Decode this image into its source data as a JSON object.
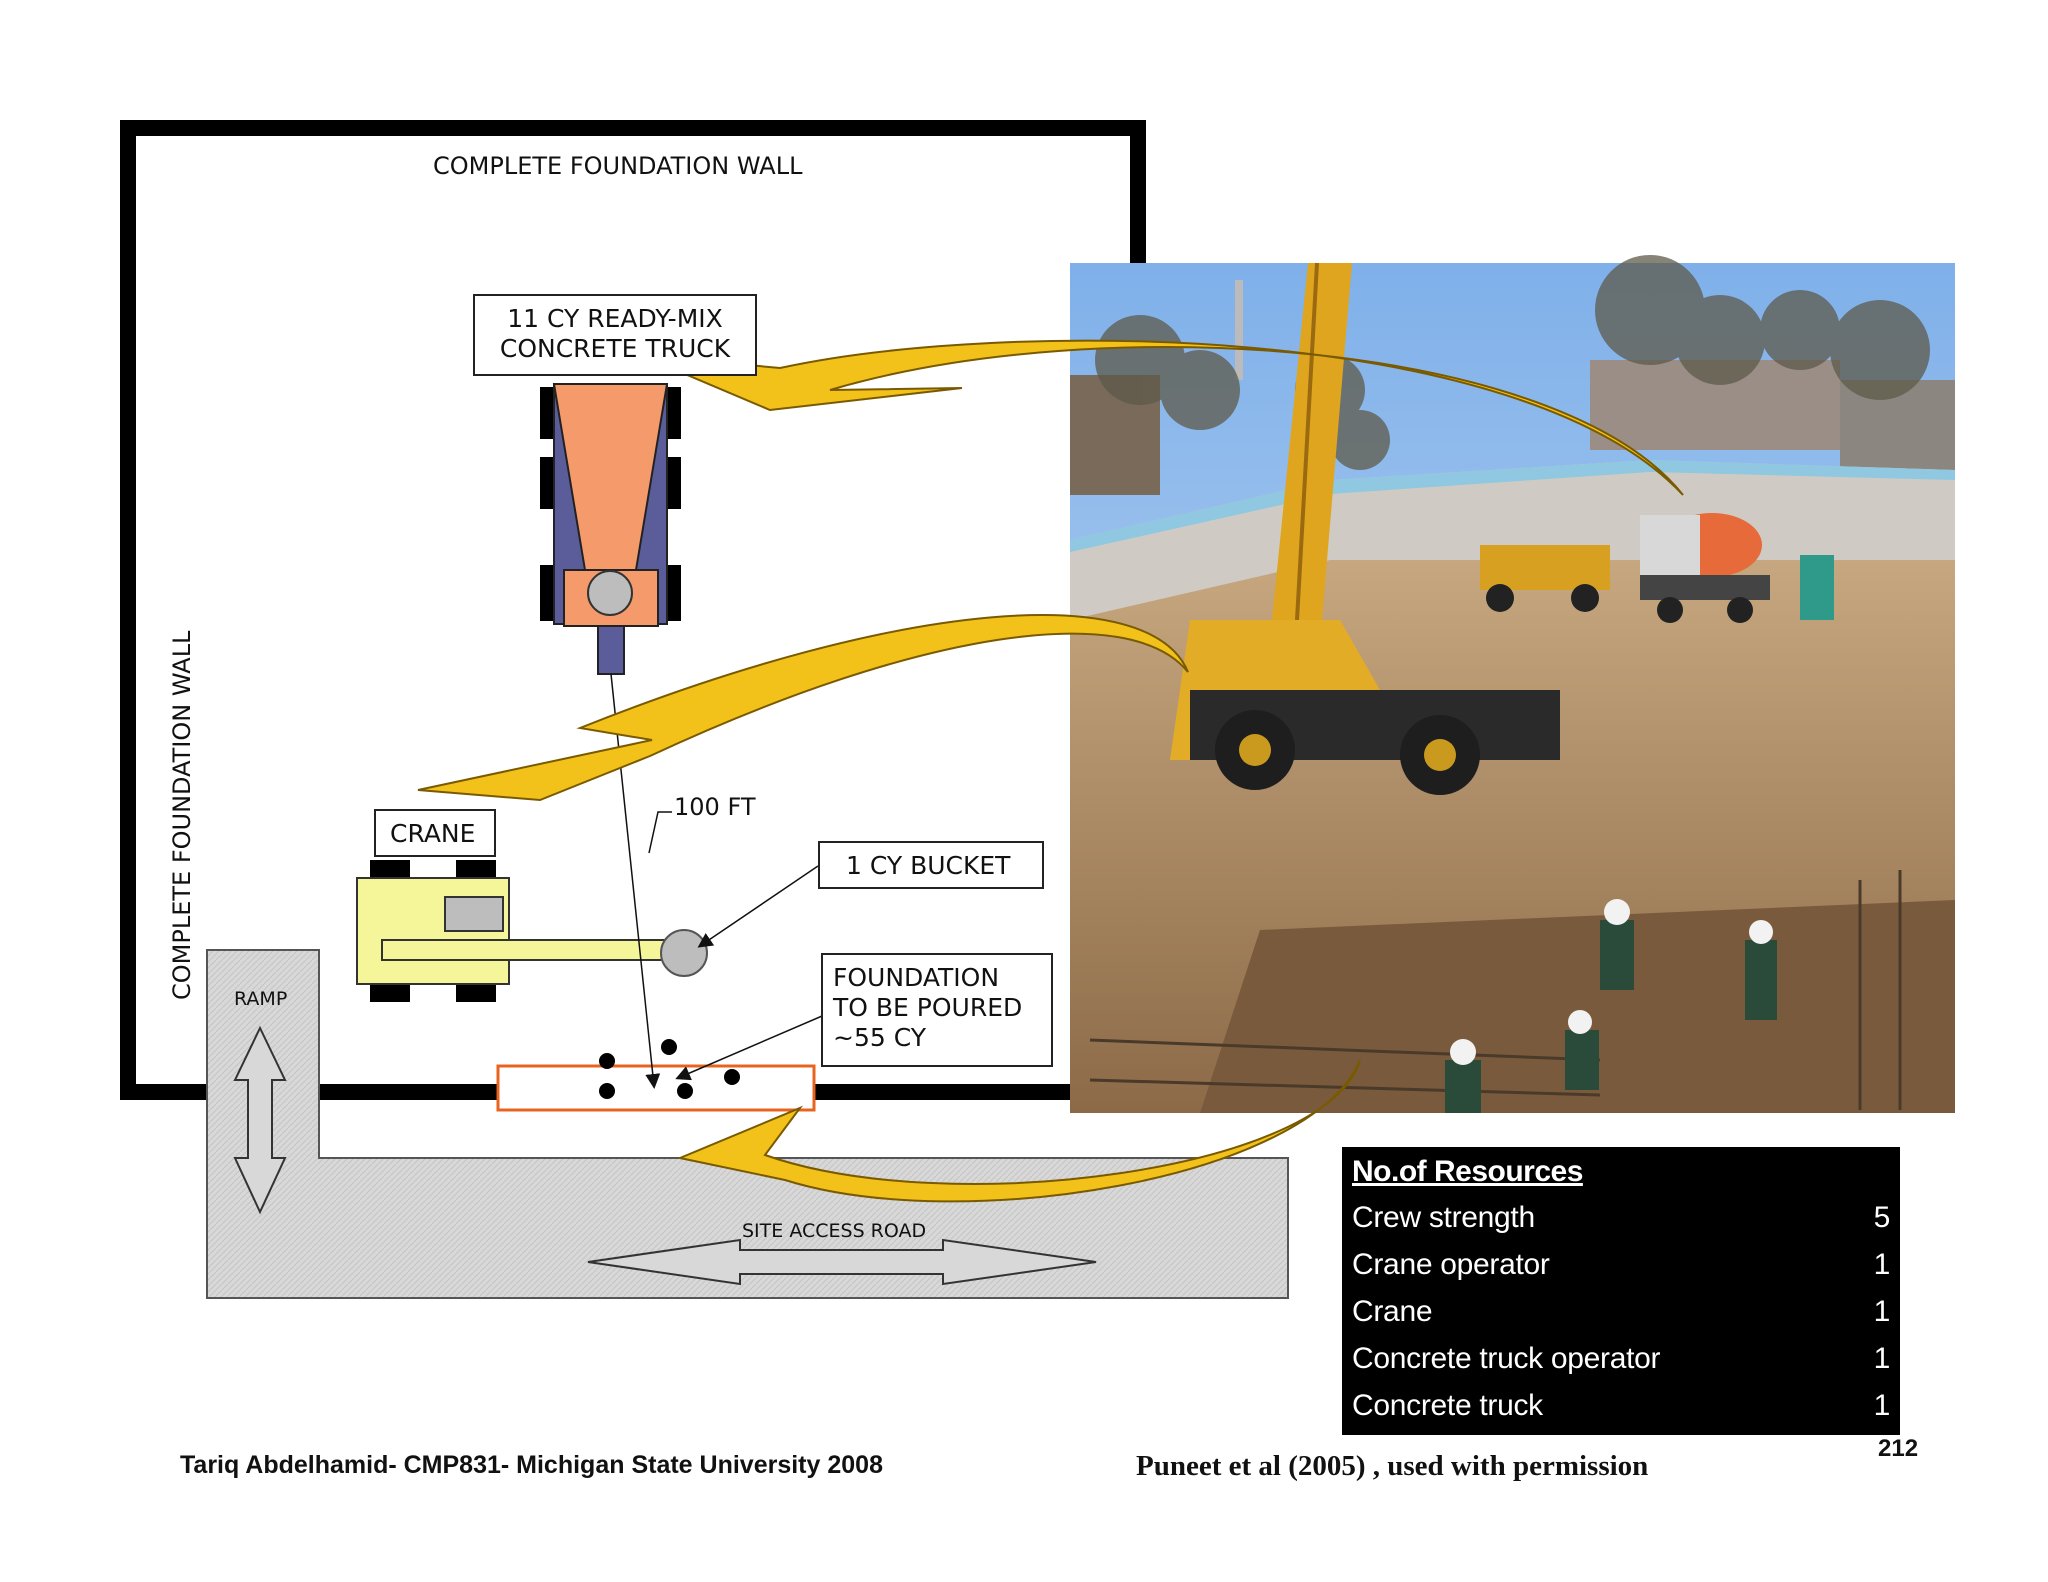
{
  "labels": {
    "wall_top": "COMPLETE FOUNDATION WALL",
    "wall_left": "COMPLETE FOUNDATION WALL",
    "truck_line1": "11 CY READY-MIX",
    "truck_line2": "CONCRETE TRUCK",
    "distance": "100 FT",
    "crane": "CRANE",
    "bucket": "1 CY BUCKET",
    "foundation_line1": "FOUNDATION",
    "foundation_line2": "TO BE POURED",
    "foundation_line3": "~55 CY",
    "ramp": "RAMP",
    "site_road": "SITE ACCESS ROAD"
  },
  "resources": {
    "title": "No.of Resources",
    "rows": [
      {
        "name": "Crew strength",
        "value": "5"
      },
      {
        "name": "Crane operator",
        "value": "1"
      },
      {
        "name": "Crane",
        "value": "1"
      },
      {
        "name": "Concrete truck operator",
        "value": "1"
      },
      {
        "name": "Concrete truck",
        "value": "1"
      }
    ]
  },
  "footer": {
    "left": "Tariq Abdelhamid- CMP831- Michigan State University 2008",
    "center": "Puneet et al (2005) , used with permission",
    "page_number": "212"
  },
  "colors": {
    "truck_drum": "#f59a6a",
    "truck_body": "#5a5d9a",
    "crane_body": "#f5f59a",
    "arrow_fill": "#f2c21a",
    "foundation_outline": "#e8641e",
    "road_fill": "#d6d6d6"
  }
}
